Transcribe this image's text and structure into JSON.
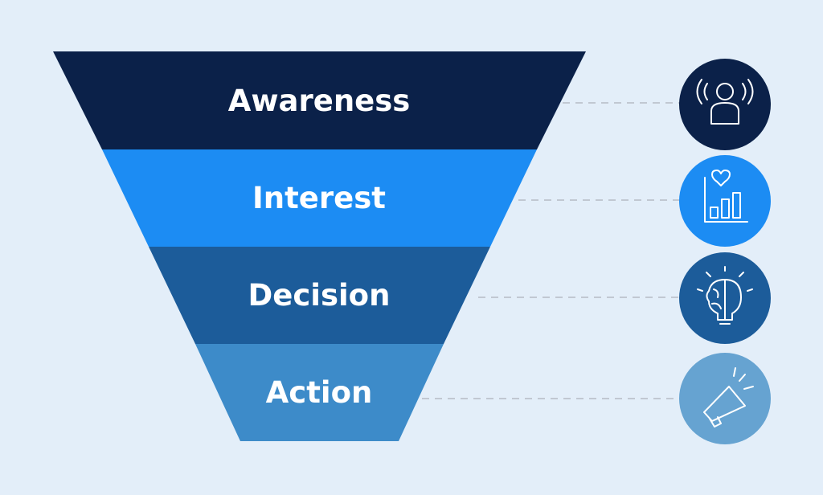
{
  "diagram": {
    "stages": [
      {
        "label": "Awareness",
        "color": "#0b2149",
        "icon": "person-broadcast-icon"
      },
      {
        "label": "Interest",
        "color": "#1c8cf3",
        "icon": "heart-bar-chart-icon"
      },
      {
        "label": "Decision",
        "color": "#1c5c9a",
        "icon": "brain-lightbulb-icon"
      },
      {
        "label": "Action",
        "color": "#3d8bc9",
        "icon": "megaphone-icon"
      }
    ],
    "icon_circle_colors": [
      "#0b2149",
      "#1c8cf3",
      "#1c5c9a",
      "#66a3d1"
    ],
    "background": "#e3eef9"
  }
}
